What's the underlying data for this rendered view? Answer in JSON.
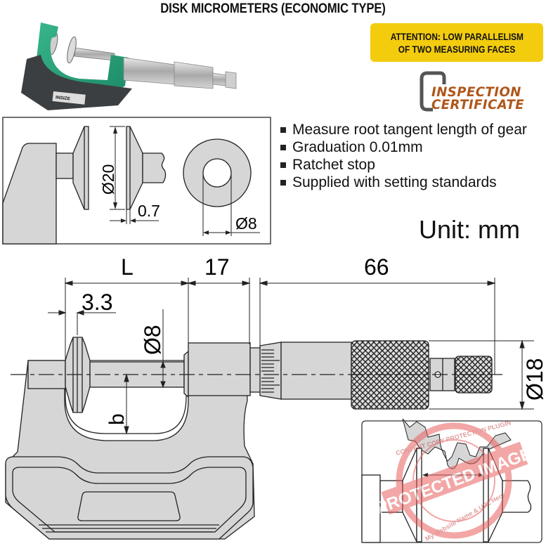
{
  "title": "DISK MICROMETERS (ECONOMIC TYPE)",
  "attention": {
    "line1": "ATTENTION: LOW PARALLELISM",
    "line2": "OF TWO MEASURING FACES",
    "color": "#f3cc0e"
  },
  "certificate": {
    "line1": "INSPECTION",
    "line2": "CERTIFICATE",
    "color": "#b0561a"
  },
  "product_photo": {
    "brand_label": "INSIZE",
    "frame_color": "#2aa37e",
    "grip_color": "#3c3f42"
  },
  "features": [
    "Measure root tangent length of gear",
    "Graduation 0.01mm",
    "Ratchet stop",
    "Supplied with setting standards"
  ],
  "unit_label": "Unit: mm",
  "detail_view": {
    "disk_diameter": "Ø20",
    "disk_edge_thickness": "0.7",
    "spindle_diameter": "Ø8"
  },
  "main_drawing": {
    "dim_L": "L",
    "dim_17": "17",
    "dim_66": "66",
    "dim_3_3": "3.3",
    "dim_spindle": "Ø8",
    "dim_thimble": "Ø18",
    "dim_b": "b"
  },
  "usage_view": {
    "watermark_main": "PROTECTED IMAGE",
    "watermark_top": "CONTENT COPY PROTECTION PLUGIN",
    "watermark_bottom": "My Website Name & URL Here",
    "watermark_color": "#e8605f"
  }
}
